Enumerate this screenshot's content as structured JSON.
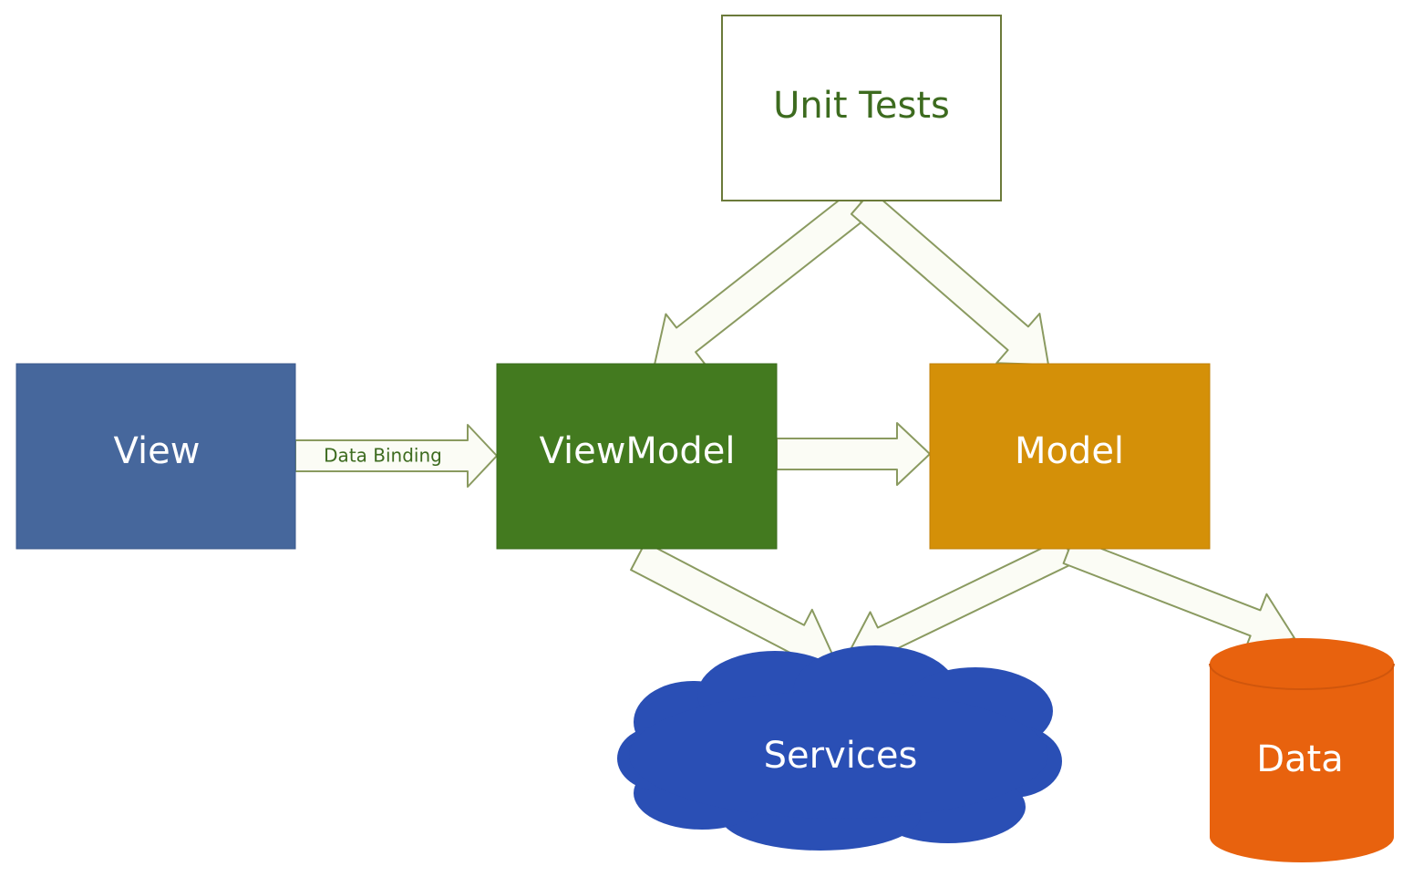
{
  "nodes": {
    "unit_tests": {
      "label": "Unit Tests",
      "fill": "#ffffff",
      "stroke": "#6b7a3a",
      "text_color": "#3d6b1f"
    },
    "view": {
      "label": "View",
      "fill": "#46679c",
      "stroke": "#3b5a8c",
      "text_color": "#ffffff"
    },
    "viewmodel": {
      "label": "ViewModel",
      "fill": "#437a1f",
      "stroke": "#3a6b1b",
      "text_color": "#ffffff"
    },
    "model": {
      "label": "Model",
      "fill": "#d49008",
      "stroke": "#c08008",
      "text_color": "#ffffff"
    },
    "services": {
      "label": "Services",
      "fill": "#2a4fb5",
      "stroke": "#21439c",
      "text_color": "#ffffff"
    },
    "data": {
      "label": "Data",
      "fill": "#e8620e",
      "stroke": "#d0560c",
      "text_color": "#ffffff"
    }
  },
  "edges": {
    "data_binding": {
      "label": "Data Binding",
      "label_color": "#3d6b1f"
    }
  },
  "arrow_style": {
    "fill": "#fbfcf5",
    "stroke": "#8a9a60"
  }
}
